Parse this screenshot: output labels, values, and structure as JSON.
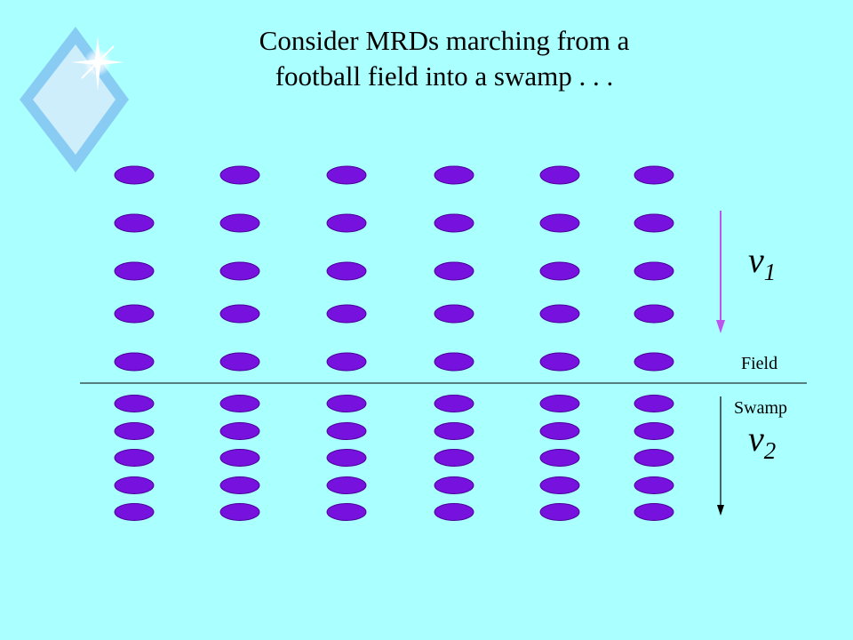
{
  "slide": {
    "title_line1": "Consider MRDs marching from a",
    "title_line2": "football field into a swamp . . ."
  },
  "diagram": {
    "field_label": "Field",
    "swamp_label": "Swamp",
    "v1": {
      "symbol": "v",
      "subscript": "1"
    },
    "v2": {
      "symbol": "v",
      "subscript": "2"
    },
    "field_rows": 5,
    "swamp_rows": 5,
    "columns": 6,
    "colors": {
      "background": "#aaffff",
      "marcher_fill": "#7711dd",
      "marcher_stroke": "#4a0099",
      "arrow_v1": "#bb55ee",
      "arrow_v2": "#000000",
      "logo_outer": "#88ccf4",
      "logo_inner": "#cfeefc"
    }
  }
}
